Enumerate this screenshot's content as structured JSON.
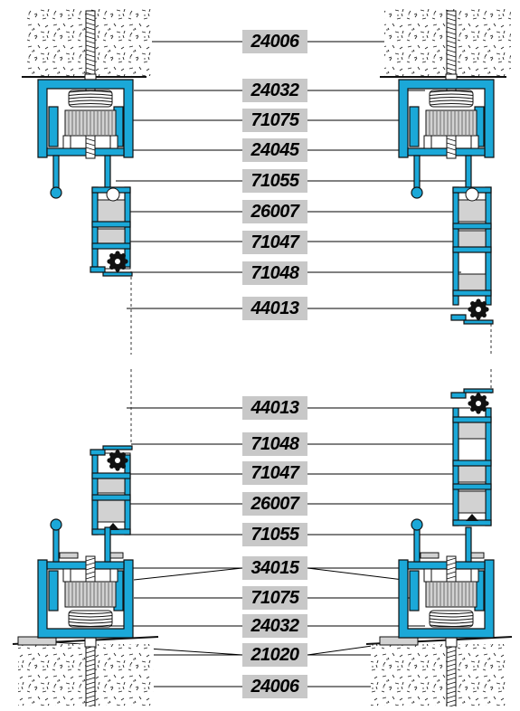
{
  "colors": {
    "profile": "#1ba8d8",
    "profile_outline": "#111111",
    "insert": "#d2d2d2",
    "label_bg": "#c8c8c8",
    "leader": "#000000",
    "dashed": "#333333"
  },
  "labels": [
    {
      "id": "top-24006",
      "text": "24006"
    },
    {
      "id": "top-24032",
      "text": "24032"
    },
    {
      "id": "top-71075",
      "text": "71075"
    },
    {
      "id": "top-24045",
      "text": "24045"
    },
    {
      "id": "top-71055",
      "text": "71055"
    },
    {
      "id": "top-26007",
      "text": "26007"
    },
    {
      "id": "top-71047",
      "text": "71047"
    },
    {
      "id": "top-71048",
      "text": "71048"
    },
    {
      "id": "top-44013",
      "text": "44013"
    },
    {
      "id": "bottom-44013",
      "text": "44013"
    },
    {
      "id": "bottom-71048",
      "text": "71048"
    },
    {
      "id": "bottom-71047",
      "text": "71047"
    },
    {
      "id": "bottom-26007",
      "text": "26007"
    },
    {
      "id": "bottom-71055",
      "text": "71055"
    },
    {
      "id": "bottom-34015",
      "text": "34015"
    },
    {
      "id": "bottom-71075",
      "text": "71075"
    },
    {
      "id": "bottom-24032",
      "text": "24032"
    },
    {
      "id": "bottom-21020",
      "text": "21020"
    },
    {
      "id": "bottom-24006",
      "text": "24006"
    }
  ]
}
